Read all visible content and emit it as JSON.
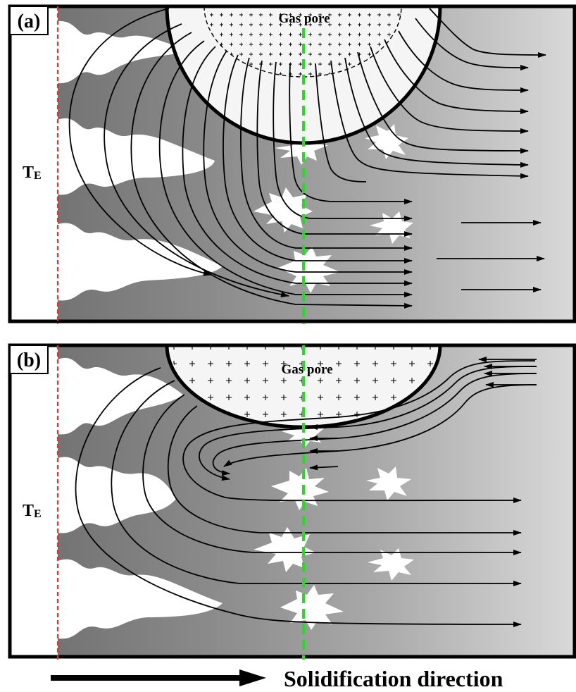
{
  "panels": [
    {
      "id": "a",
      "label": "(a)",
      "pore_label": "Gas pore",
      "interface_label": "T",
      "interface_subscript": "E"
    },
    {
      "id": "b",
      "label": "(b)",
      "pore_label": "Gas pore",
      "interface_label": "T",
      "interface_subscript": "E"
    }
  ],
  "footer": {
    "direction_label": "Solidification direction"
  },
  "colors": {
    "interface_line": "#e03030",
    "centerline": "#22dd22",
    "frame": "#000000",
    "dendrite": "#ffffff",
    "mushy_zone_dark": "#6e6e6e",
    "liquid_light": "#d8d8d8"
  }
}
